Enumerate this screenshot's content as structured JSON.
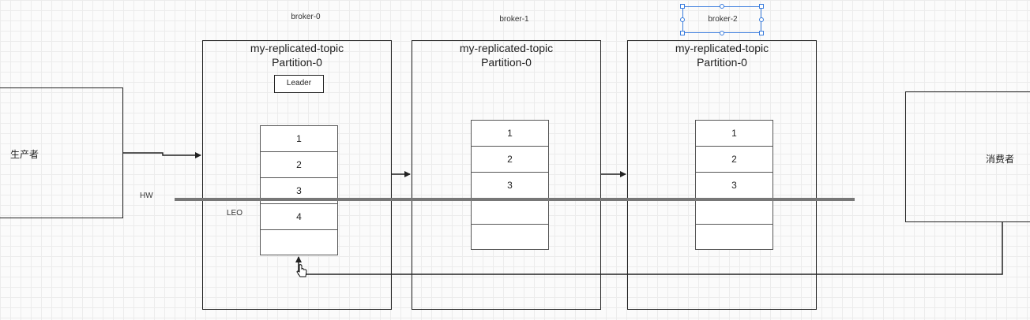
{
  "brokers": [
    {
      "label": "broker-0",
      "topic": "my-replicated-topic",
      "partition": "Partition-0",
      "role": "Leader",
      "cells": [
        "1",
        "2",
        "3",
        "4",
        ""
      ]
    },
    {
      "label": "broker-1",
      "topic": "my-replicated-topic",
      "partition": "Partition-0",
      "cells": [
        "1",
        "2",
        "3",
        "",
        ""
      ]
    },
    {
      "label": "broker-2",
      "topic": "my-replicated-topic",
      "partition": "Partition-0",
      "cells": [
        "1",
        "2",
        "3",
        "",
        ""
      ]
    }
  ],
  "producer": {
    "label": "生产者"
  },
  "consumer": {
    "label": "消费者"
  },
  "markers": {
    "hw": "HW",
    "leo": "LEO"
  },
  "colors": {
    "stroke": "#222222",
    "hw_line": "#777777",
    "selection": "#3b7ddd",
    "grid": "#ececec"
  }
}
